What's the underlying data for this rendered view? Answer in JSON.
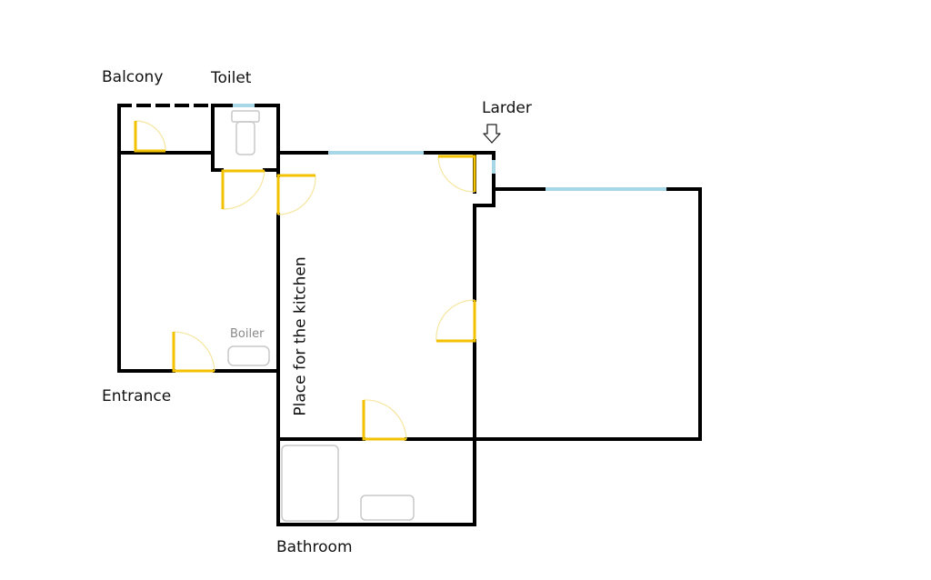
{
  "labels": {
    "balcony": "Balcony",
    "toilet": "Toilet",
    "larder": "Larder",
    "entrance": "Entrance",
    "bathroom": "Bathroom",
    "boiler": "Boiler",
    "kitchen": "Place for the kitchen"
  },
  "colors": {
    "wall": "#000000",
    "window": "#a8d8e8",
    "door": "#f2c200",
    "door_arc": "#f6e6a0",
    "fixture": "#c8c8c8"
  }
}
